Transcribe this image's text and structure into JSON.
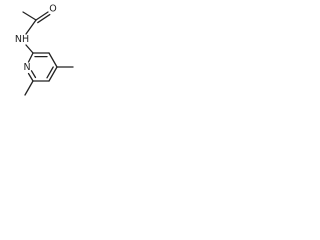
{
  "molecule": {
    "atom_labels": {
      "oxygen": "O",
      "amide_nitrogen": "NH",
      "ring_nitrogen": "N"
    },
    "colors": {
      "bond": "#222222",
      "label": "#222222",
      "background": "#ffffff"
    }
  }
}
